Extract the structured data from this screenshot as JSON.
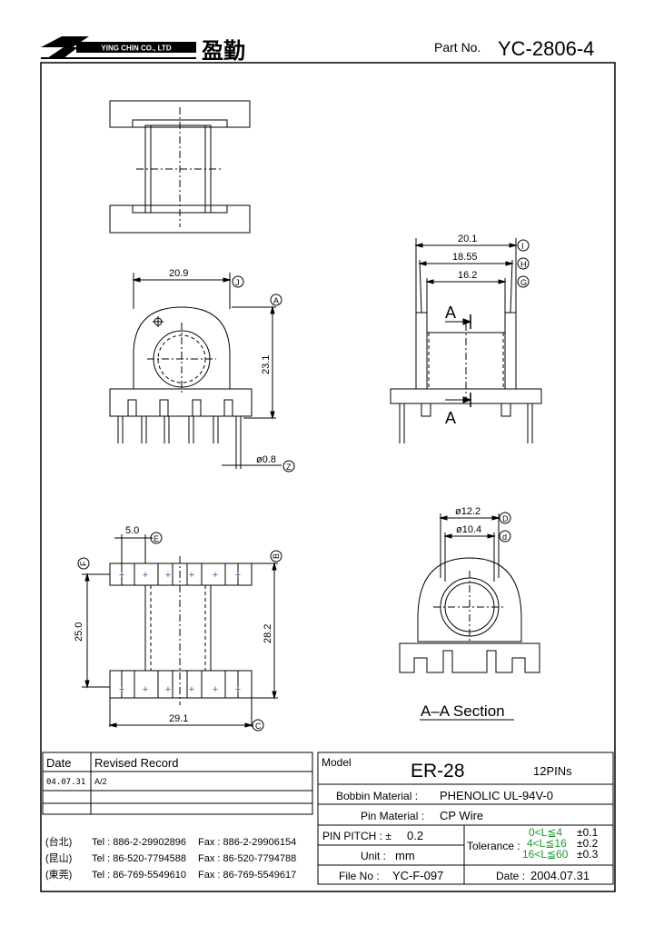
{
  "header": {
    "logo_text": "YING CHIN CO., LTD",
    "company_cn": "盈勤",
    "part_no_label": "Part No.",
    "part_no": "YC-2806-4"
  },
  "dimensions": {
    "top_view": {
      "width_label": "20.9",
      "height_label": "23.1",
      "pin_dia_label": "ø0.8",
      "ref_width": "J",
      "ref_height": "A",
      "ref_pin": "Z"
    },
    "side_view": {
      "d1": "20.1",
      "d2": "18.55",
      "d3": "16.2",
      "ref1": "I",
      "ref2": "H",
      "ref3": "G",
      "section_mark": "A"
    },
    "bottom_view": {
      "pitch_label": "5.0",
      "ref_pitch": "E",
      "left_height": "25.0",
      "ref_left": "F",
      "right_height": "28.2",
      "ref_right": "B",
      "width_label": "29.1",
      "ref_width": "C"
    },
    "section_view": {
      "outer_dia": "ø12.2",
      "ref_outer": "D",
      "inner_dia": "ø10.4",
      "ref_inner": "d",
      "title": "A–A Section"
    }
  },
  "revision_table": {
    "col_date": "Date",
    "col_record": "Revised Record",
    "rows": [
      {
        "date": "04.07.31",
        "record": "A/2"
      },
      {
        "date": "",
        "record": ""
      },
      {
        "date": "",
        "record": ""
      }
    ]
  },
  "contacts": [
    {
      "loc": "(台北)",
      "tel": "Tel : 886-2-29902896",
      "fax": "Fax : 886-2-29906154"
    },
    {
      "loc": "(昆山)",
      "tel": "Tel : 86-520-7794588",
      "fax": "Fax : 86-520-7794788"
    },
    {
      "loc": "(東莞)",
      "tel": "Tel : 86-769-5549610",
      "fax": "Fax : 86-769-5549617"
    }
  ],
  "spec": {
    "model_label": "Model",
    "model": "ER-28",
    "pins": "12PINs",
    "bobbin_label": "Bobbin  Material :",
    "bobbin_value": "PHENOLIC UL-94V-0",
    "pin_material_label": "Pin  Material :",
    "pin_material_value": "CP Wire",
    "pitch_label": "PIN  PITCH : ±",
    "pitch_value": "0.2",
    "unit_label": "Unit :",
    "unit_value": "mm",
    "file_label": "File  No :",
    "file_value": "YC-F-097",
    "tolerance_label": "Tolerance :",
    "tol1_range": "0<L≦4",
    "tol1_value": "±0.1",
    "tol2_range": "4<L≦16",
    "tol2_value": "±0.2",
    "tol3_range": "16<L≦60",
    "tol3_value": "±0.3",
    "date_label": "Date :",
    "date_value": "2004.07.31"
  },
  "colors": {
    "line": "#000000",
    "pin_mark": "#7a3fa0",
    "tolerance_green": "#1a9a2a"
  }
}
